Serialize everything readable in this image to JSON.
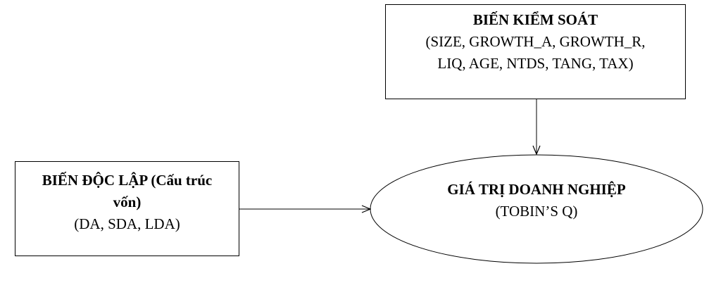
{
  "control_box": {
    "title": "BIẾN KIỂM SOÁT",
    "line1": "(SIZE, GROWTH_A, GROWTH_R,",
    "line2": "LIQ, AGE, NTDS, TANG, TAX)"
  },
  "independent_box": {
    "title_line1": "BIẾN ĐỘC LẬP (Cấu trúc",
    "title_line2": "vốn)",
    "detail": "(DA, SDA, LDA)"
  },
  "dependent_ellipse": {
    "title": "GIÁ TRỊ DOANH NGHIỆP",
    "detail": "(TOBIN’S Q)"
  },
  "colors": {
    "stroke": "#000000",
    "background": "#ffffff"
  }
}
